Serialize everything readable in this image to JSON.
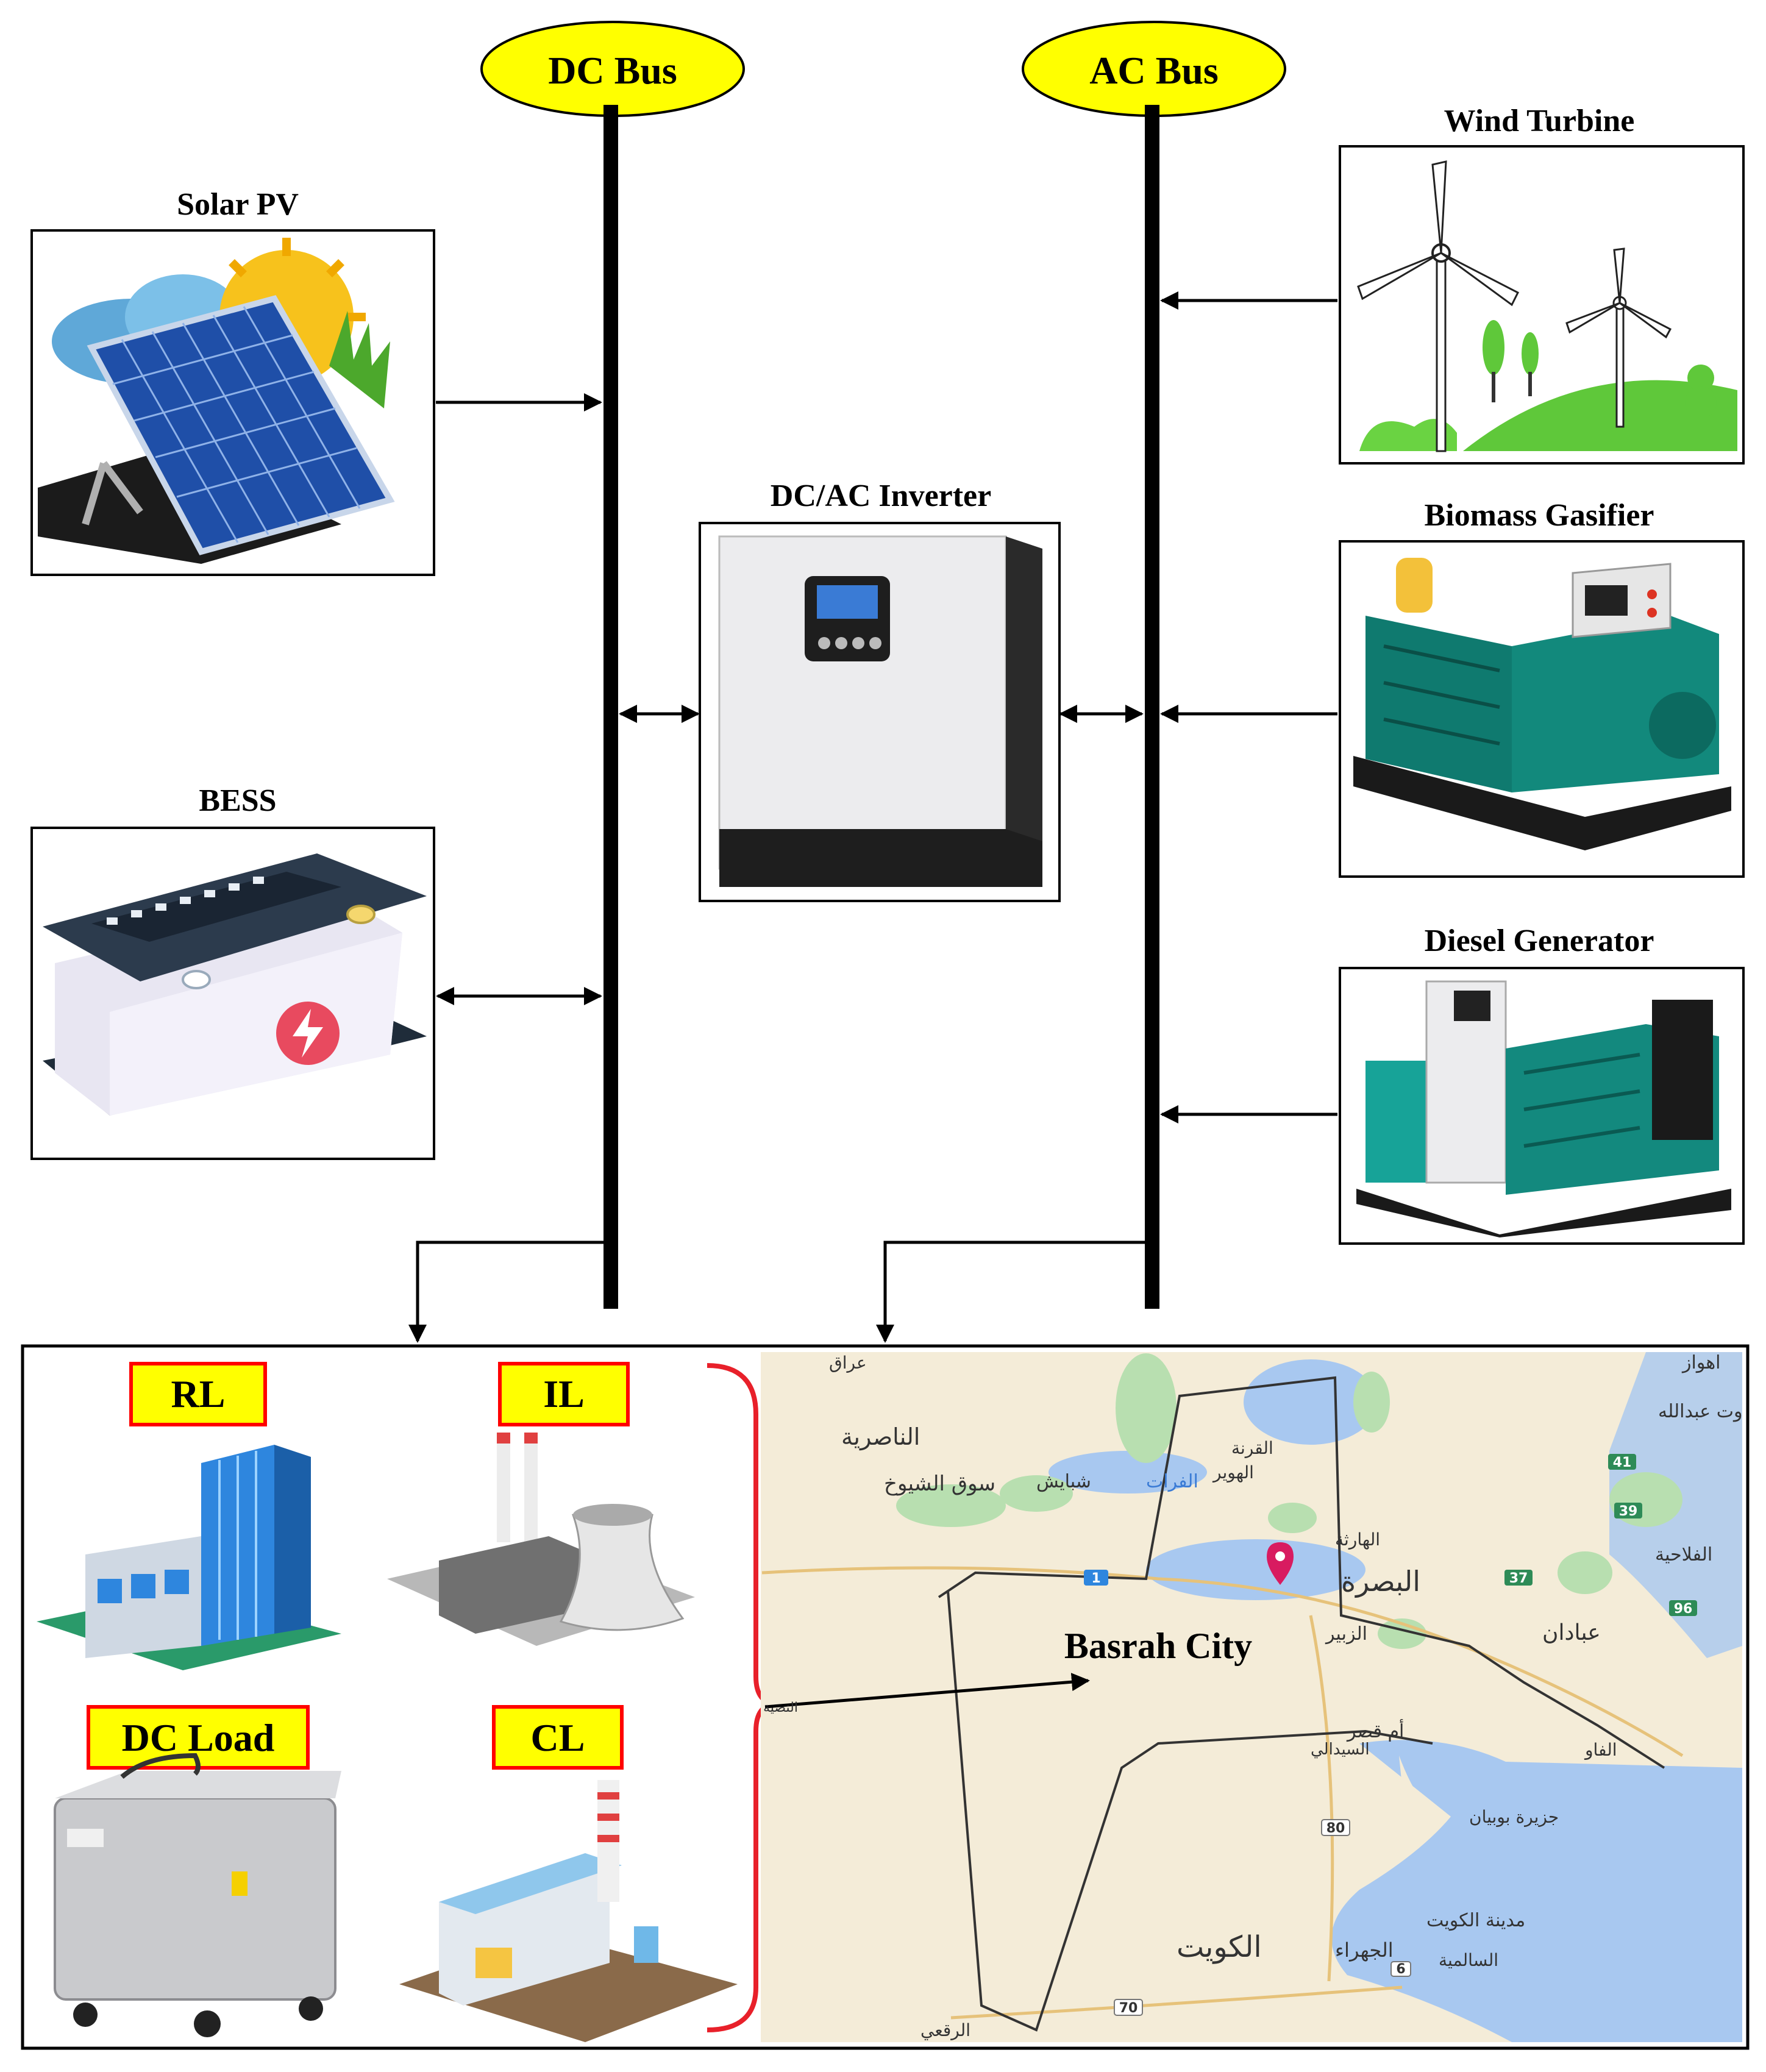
{
  "buses": {
    "dc": "DC Bus",
    "ac": "AC Bus"
  },
  "components": {
    "solar_pv": "Solar PV",
    "bess": "BESS",
    "inverter": "DC/AC Inverter",
    "wind_turbine": "Wind Turbine",
    "biomass_gasifier": "Biomass Gasifier",
    "diesel_generator": "Diesel Generator"
  },
  "loads": {
    "rl": "RL",
    "il": "IL",
    "dc_load": "DC Load",
    "cl": "CL"
  },
  "map": {
    "city_label": "Basrah City",
    "place_names": {
      "iraq_top": "عراق",
      "nasiriyah": "الناصرية",
      "suq_shuyukh": "سوق الشيوخ",
      "chibayish": "شبايش",
      "qurna": "القرنة",
      "hawar": "الهوير",
      "furat": "الفرات",
      "hartha": "الهارثة",
      "basra": "البصرة",
      "zubair": "الزبير",
      "abadan": "عبادان",
      "ahwaz": "اهواز",
      "abdullah": "وت عبدالله",
      "fallahiya": "الفلاحية",
      "umm_qasr": "أم قصر",
      "sidawi": "السيدالي",
      "faw": "الفاو",
      "bubiyan": "جزيرة بوبيان",
      "kuwait_city": "مدينة الكويت",
      "kuwait": "الكويت",
      "jahra": "الجهراء",
      "salmiya": "السالمية",
      "rafha": "الرقعي",
      "nassiya": "النصية"
    },
    "road_shields": [
      "1",
      "41",
      "39",
      "37",
      "96",
      "80",
      "70",
      "6"
    ]
  },
  "colors": {
    "bus_label_fill": "#ffff00",
    "load_tag_fill": "#ffff00",
    "load_tag_border": "#ff0000",
    "bracket": "#e8202a",
    "map_land": "#f4ecd8",
    "map_water": "#a8c8f0",
    "map_green": "#b8dfb0",
    "map_pin": "#d81b60",
    "road_shield": "#2e8b57"
  }
}
